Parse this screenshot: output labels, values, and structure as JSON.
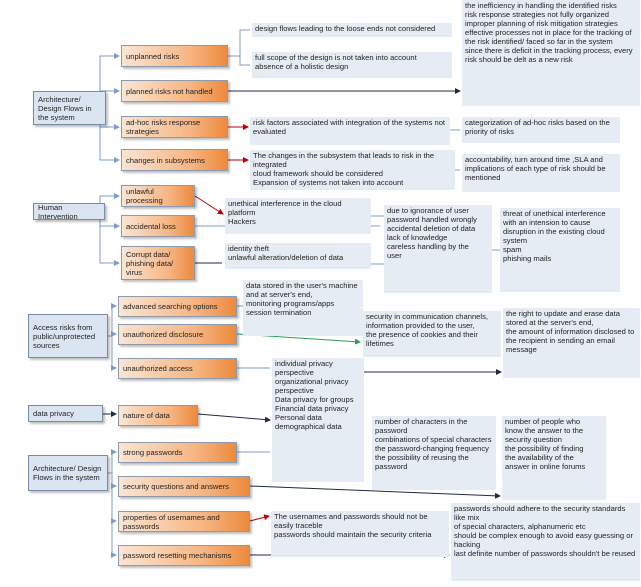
{
  "roots": [
    {
      "id": "r1",
      "label": "Architecture/ Design Flows in the system"
    },
    {
      "id": "r2",
      "label": "Human Intervention"
    },
    {
      "id": "r3",
      "label": "Access risks from public/unprotected sources"
    },
    {
      "id": "r4",
      "label": "data privacy"
    },
    {
      "id": "r5",
      "label": "Architecture/ Design Flows in the system"
    }
  ],
  "categories": [
    {
      "id": "c1",
      "label": "unplanned risks"
    },
    {
      "id": "c2",
      "label": "planned risks not handled"
    },
    {
      "id": "c3",
      "label": "ad-hoc risks response strategies"
    },
    {
      "id": "c4",
      "label": "changes in subsystems"
    },
    {
      "id": "c5",
      "label": "unlawful processing"
    },
    {
      "id": "c6",
      "label": "accidental loss"
    },
    {
      "id": "c7",
      "label": "Corrupt data/ phishing data/ virus"
    },
    {
      "id": "c8",
      "label": "advanced searching options"
    },
    {
      "id": "c9",
      "label": "unauthorized disclosure"
    },
    {
      "id": "c10",
      "label": "unauthorized access"
    },
    {
      "id": "c11",
      "label": "nature of data"
    },
    {
      "id": "c12",
      "label": "strong passwords"
    },
    {
      "id": "c13",
      "label": "security questions and answers"
    },
    {
      "id": "c14",
      "label": "properties of usernames and passwords"
    },
    {
      "id": "c15",
      "label": "password resetting mechanisms"
    }
  ],
  "details": [
    {
      "id": "d1",
      "lines": [
        "design flows leading to the loose ends not considered"
      ]
    },
    {
      "id": "d2",
      "lines": [
        "full scope of the design is not taken into account",
        "absence of a holistic design"
      ]
    },
    {
      "id": "d3",
      "lines": [
        "the inefficiency in handling the identified risks",
        "risk response strategies not fully organized",
        "improper planning of risk mitigation strategies",
        "effective processes not in place for the tracking of",
        "the risk identified/ faced so far in the system",
        "since there is deficit in the tracking process, every",
        "risk should be delt as a new risk"
      ]
    },
    {
      "id": "d4",
      "lines": [
        "risk factors associated with integration of the systems not",
        "evaluated"
      ]
    },
    {
      "id": "d5",
      "lines": [
        "categorization of ad-hoc risks based on the",
        "priority of risks"
      ]
    },
    {
      "id": "d6",
      "lines": [
        "The changes in the subsystem that leads to risk in the integrated",
        "cloud framework should be considered",
        "Expansion of systems not taken into account"
      ]
    },
    {
      "id": "d7",
      "lines": [
        "accountability, turn around time ,SLA and",
        "implications of each type of risk should be",
        "mentioned"
      ]
    },
    {
      "id": "d8",
      "lines": [
        "unethical interference in the cloud",
        "platform",
        "Hackers"
      ]
    },
    {
      "id": "d9",
      "lines": [
        "identity theft",
        "unlawful alteration/deletion of data"
      ]
    },
    {
      "id": "d10",
      "lines": [
        "due to ignorance of user",
        "password handled wrongly",
        "accidental deletion of data",
        "lack of knowledge",
        "careless handling by the",
        "user"
      ]
    },
    {
      "id": "d11",
      "lines": [
        "threat of unethical interference",
        "with an intension to cause",
        "disruption in the existing cloud",
        "system",
        "spam",
        "phishing mails"
      ]
    },
    {
      "id": "d12",
      "lines": [
        "data stored in the user's machine",
        "and at server's end,",
        "monitoring programs/apps",
        "session termination"
      ]
    },
    {
      "id": "d13",
      "lines": [
        "security in communication channels,",
        "information provided to the user,",
        "the presence of cookies and their lifetimes"
      ]
    },
    {
      "id": "d14",
      "lines": [
        "the right to update and erase data",
        "stored at the server's end,",
        "the amount of information disclosed to",
        "the recipient in sending an email",
        "message"
      ]
    },
    {
      "id": "d15",
      "lines": [
        "individual privacy",
        "perspective",
        "organizational privacy",
        "perspective",
        "Data privacy for groups",
        "Financial data privacy",
        "Personal data",
        "demographical data"
      ]
    },
    {
      "id": "d16",
      "lines": [
        "number of characters in the password",
        "combinations of special characters",
        "the password-changing frequency",
        "the possibility of reusing the",
        "password"
      ]
    },
    {
      "id": "d17",
      "lines": [
        "number of people who",
        "know the answer to the",
        "security question",
        "the possibility of finding",
        "the availability of the",
        "answer in online forums"
      ]
    },
    {
      "id": "d18",
      "lines": [
        "The usernames and passwords should not be",
        "easily traceble",
        "passwords should maintain the security criteria"
      ]
    },
    {
      "id": "d19",
      "lines": [
        "passwords should adhere to the security standards like mix",
        "of special characters, alphanumeric etc",
        "should be complex enough to avoid easy guessing or",
        "hacking",
        "last  definite number of passwords shouldn't be reused"
      ]
    }
  ],
  "colors": {
    "arrow": "#1f2a44",
    "branch": "#7f9cc7",
    "red": "#c00000",
    "green": "#2e9e4f"
  }
}
